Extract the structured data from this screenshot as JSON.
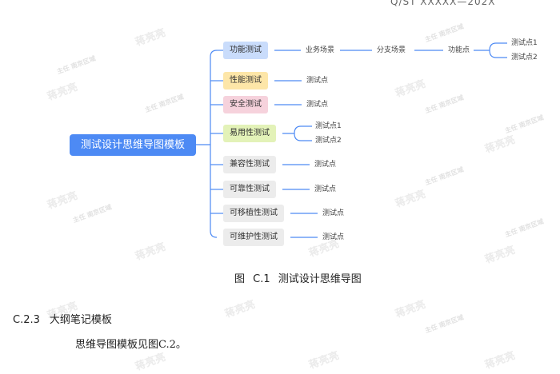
{
  "header_code": "Q/ST XXXXX—202X",
  "watermark": {
    "name": "蒋亮亮",
    "sub": "主任 南京区域"
  },
  "mindmap": {
    "root": "测试设计思维导图模板",
    "branches": [
      {
        "label": "功能测试",
        "color": "#c9dcfb"
      },
      {
        "label": "性能测试",
        "color": "#fde6a8"
      },
      {
        "label": "安全测试",
        "color": "#f6d2dc"
      },
      {
        "label": "易用性测试",
        "color": "#e3f2b8"
      },
      {
        "label": "兼容性测试"
      },
      {
        "label": "可靠性测试"
      },
      {
        "label": "可移植性测试"
      },
      {
        "label": "可维护性测试"
      }
    ],
    "func_chain": [
      "业务场景",
      "分支场景",
      "功能点"
    ],
    "func_points": [
      "测试点1",
      "测试点2"
    ],
    "usability_points": [
      "测试点1",
      "测试点2"
    ],
    "test_point": "测试点"
  },
  "caption": "图 C.1 测试设计思维导图",
  "section": {
    "number": "C.2.3",
    "title": "大纲笔记模板"
  },
  "paragraph": "思维导图模板见图C.2。",
  "colors": {
    "root": "#4d8af4",
    "line": "#4d8af4"
  }
}
